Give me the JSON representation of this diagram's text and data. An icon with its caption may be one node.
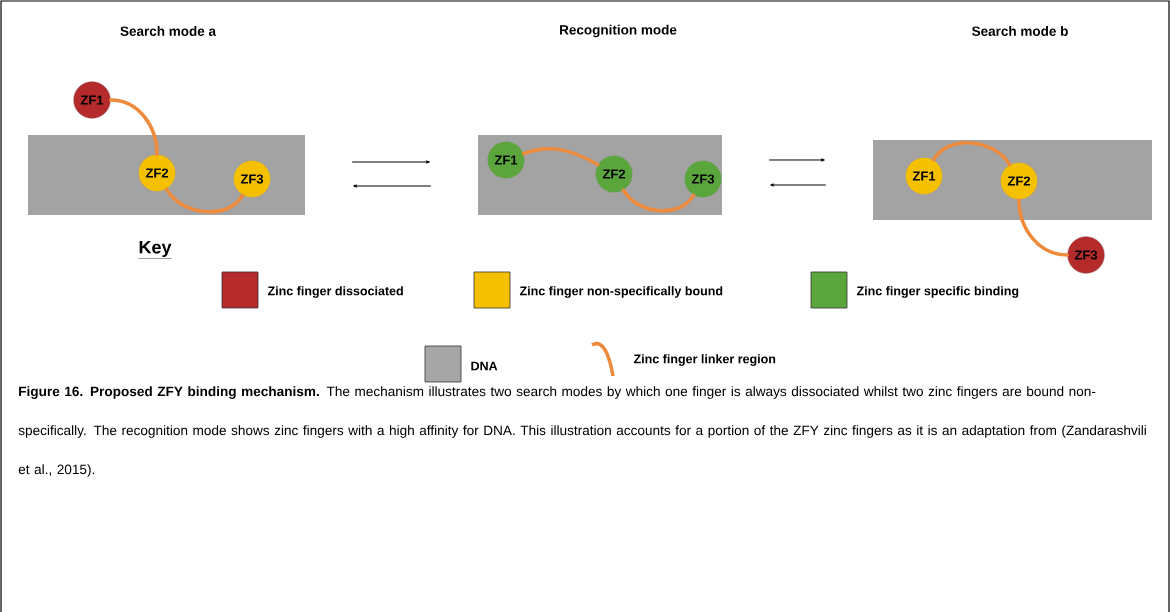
{
  "diagram": {
    "caption": "**Figure 16. Proposed ZFY binding mechanism.** The mechanism illustrates two search modes by which one finger is always dissociated whilst two zinc fingers are bound non-specifically. The recognition mode shows zinc fingers with a high affinity for DNA. This illustration accounts for a portion of the ZFY zinc fingers as it is an adaptation from (Zandarashvili et al., 2015).",
    "nodes": [
      {
        "text": [],
        "shape": "bar"
      },
      {
        "text": [
          "ZF1"
        ]
      },
      {
        "text": [
          "ZF2"
        ],
        "in": 0
      },
      {
        "text": [
          "ZF3"
        ],
        "in": 0
      },
      {
        "text": [],
        "shape": "bar"
      },
      {
        "text": [
          "ZF1"
        ],
        "in": 4
      },
      {
        "text": [
          "ZF2"
        ],
        "in": 4
      },
      {
        "text": [
          "ZF3"
        ],
        "in": 4
      },
      {
        "text": [],
        "shape": "bar"
      },
      {
        "text": [
          "ZF1"
        ],
        "in": 8
      },
      {
        "text": [
          "ZF2"
        ],
        "in": 8
      },
      {
        "text": [
          "ZF3"
        ]
      }
    ],
    "edges": [
      {
        "from": 1,
        "to": 2,
        "arrow": "none"
      },
      {
        "from": 2,
        "to": 3,
        "arrow": "none"
      },
      {
        "from": 5,
        "to": 6,
        "arrow": "none"
      },
      {
        "from": 6,
        "to": 7,
        "arrow": "none"
      },
      {
        "from": 9,
        "to": 10,
        "arrow": "none"
      },
      {
        "from": 10,
        "to": 11,
        "arrow": "none"
      },
      {
        "from": 0,
        "to": 4,
        "arrow": "to",
        "color": "#000000"
      },
      {
        "from": 4,
        "to": 0,
        "arrow": "to",
        "color": "#000000"
      },
      {
        "from": 4,
        "to": 8,
        "arrow": "to",
        "color": "#000000"
      },
      {
        "from": 8,
        "to": 4,
        "arrow": "to",
        "color": "#000000"
      }
    ],
    "labels": [
      "Search mode a",
      "Recognition mode",
      "Search mode b",
      "Key"
    ],
    "legend": [
      {
        "text": "Zinc finger dissociated",
        "color": "#b52a2a"
      },
      {
        "text": "Zinc finger non-specifically bound",
        "color": "#f5c000"
      },
      {
        "text": "Zinc finger specific binding",
        "color": "#5aa63c"
      },
      {
        "text": "DNA",
        "color": "#a6a6a6"
      },
      {
        "text": "Zinc finger linker region"
      }
    ]
  }
}
